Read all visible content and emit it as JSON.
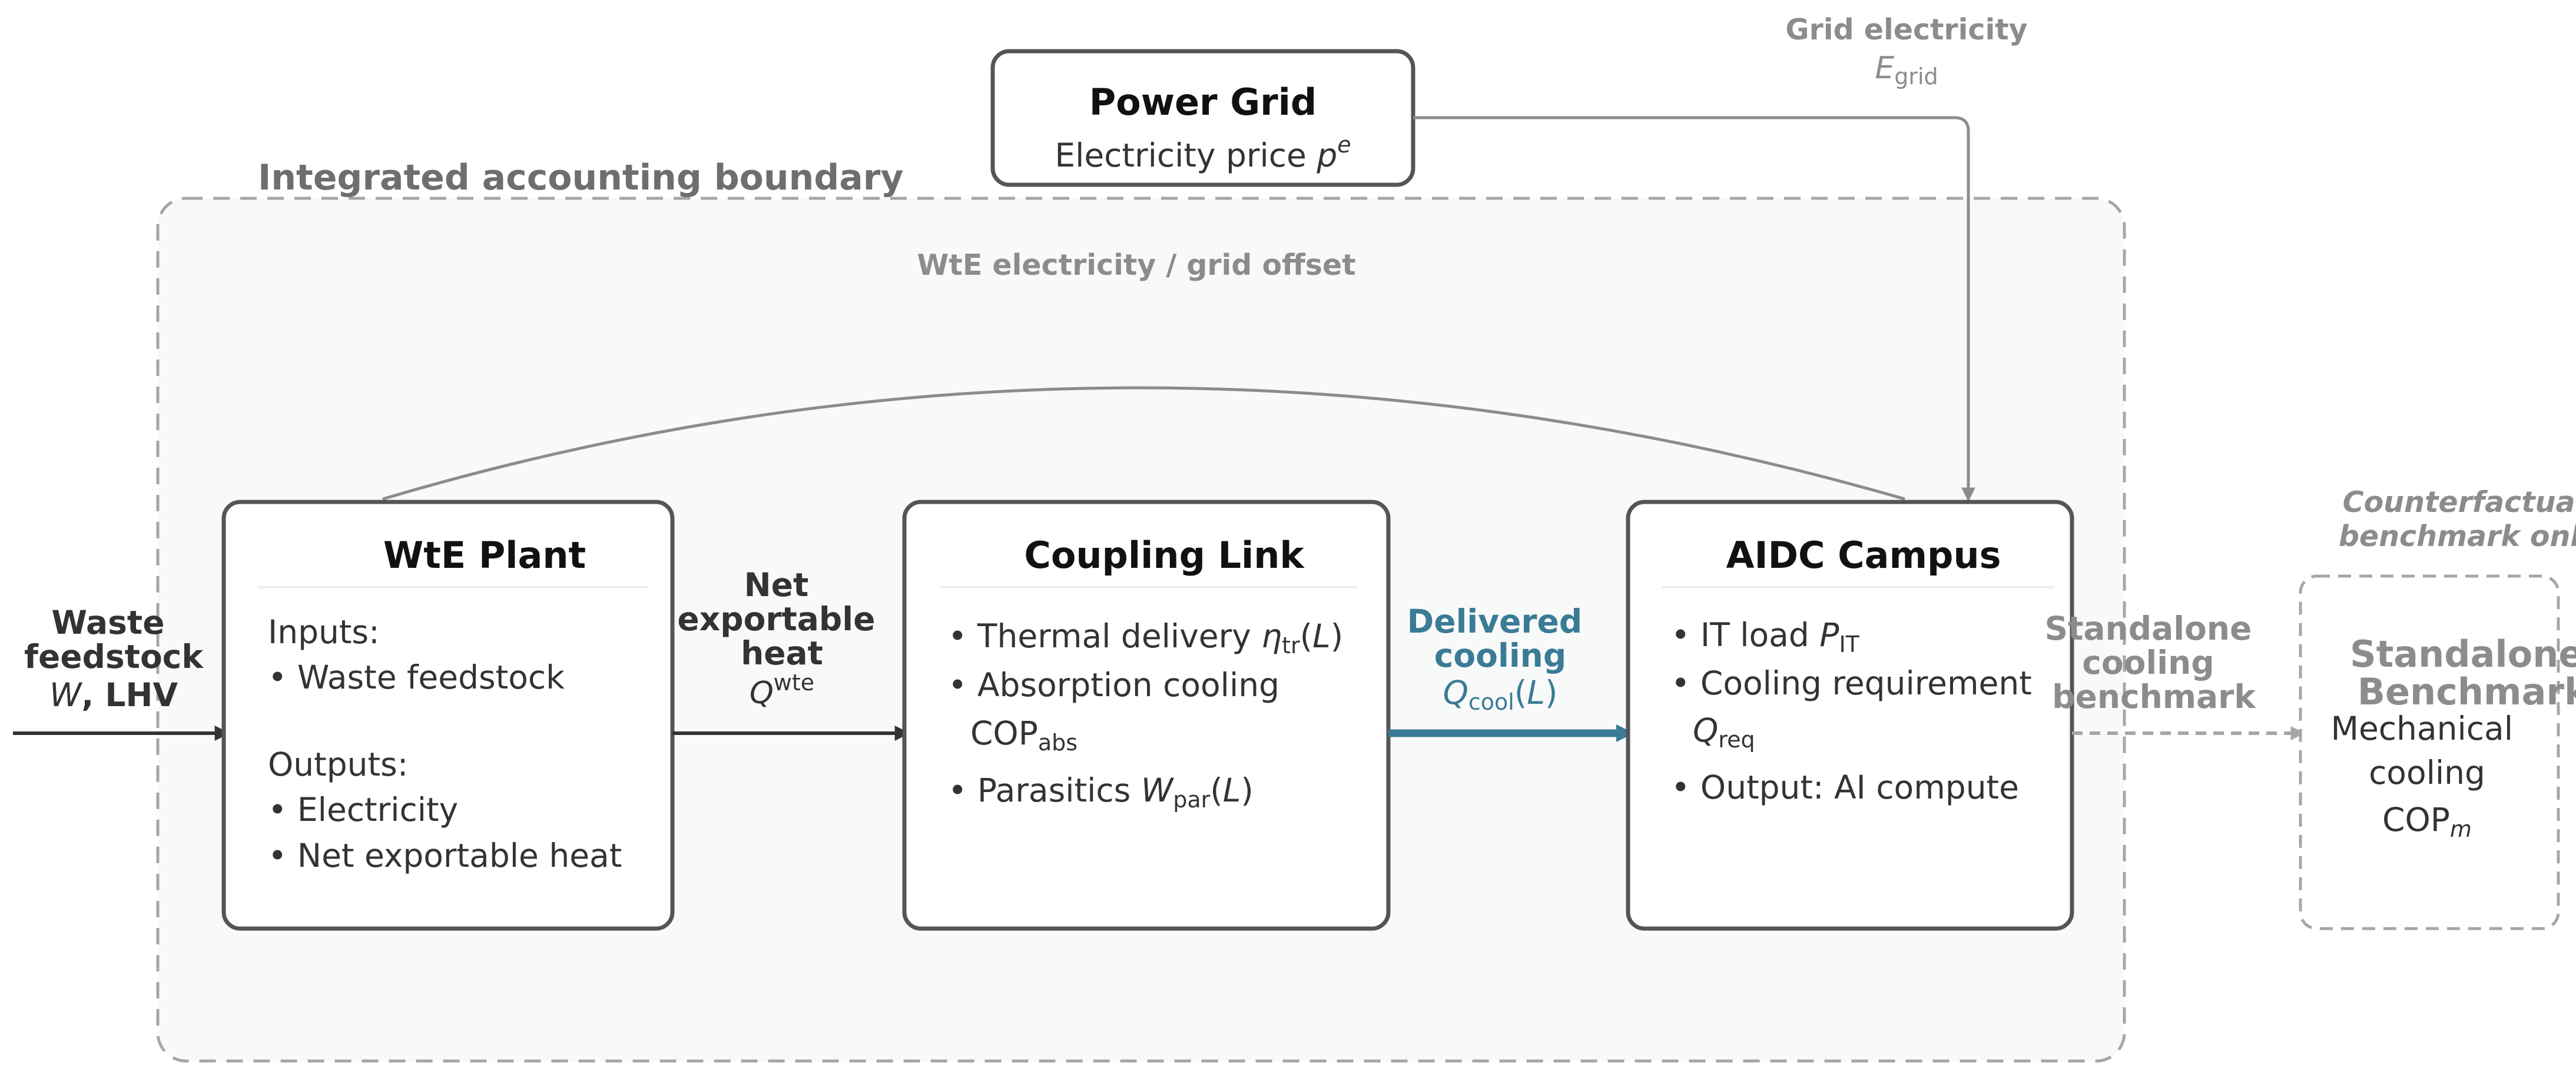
{
  "colors": {
    "box_border": "#555555",
    "boundary_dash": "#a6a6a6",
    "boundary_fill": "#f8f9f9",
    "arrow_dark": "#333333",
    "arrow_gray": "#8c8c8c",
    "cooling_blue": "#3a7b95"
  },
  "boundary": {
    "label": "Integrated accounting boundary",
    "offset_label": "WtE electricity / grid offset"
  },
  "power_grid": {
    "title": "Power Grid",
    "price_text": "Electricity price ",
    "price_symbol": "p",
    "price_sup": "e"
  },
  "grid_electricity": {
    "line1": "Grid electricity",
    "symbol": "E",
    "sub": "grid"
  },
  "waste_input": {
    "line1": "Waste",
    "line2": "feedstock",
    "symbol": "W",
    "suffix": ", LHV"
  },
  "wte_plant": {
    "title": "WtE Plant",
    "inputs_heading": "Inputs:",
    "input_item": "• Waste feedstock",
    "outputs_heading": "Outputs:",
    "output_item_1": "• Electricity",
    "output_item_2": "• Net exportable heat"
  },
  "net_heat": {
    "line1": "Net",
    "line2": "exportable",
    "line3": "heat",
    "symbol": "Q",
    "sup": "wte"
  },
  "coupling_link": {
    "title": "Coupling Link",
    "item1_text": "• Thermal delivery ",
    "item1_symbol": "η",
    "item1_sub": "tr",
    "item1_open": "(",
    "item1_arg": "L",
    "item1_close": ")",
    "item2_text": "• Absorption cooling",
    "item2b_text": "COP",
    "item2b_sub": "abs",
    "item3_text": "• Parasitics ",
    "item3_symbol": "W",
    "item3_sub": "par",
    "item3_open": "(",
    "item3_arg": "L",
    "item3_close": ")"
  },
  "delivered_cooling": {
    "line1": "Delivered",
    "line2": "cooling",
    "symbol": "Q",
    "sub": "cool",
    "open": "(",
    "arg": "L",
    "close": ")"
  },
  "aidc_campus": {
    "title": "AIDC Campus",
    "item1_text": "• IT load ",
    "item1_symbol": "P",
    "item1_sub": "IT",
    "item2_text": "• Cooling requirement",
    "item2b_symbol": "Q",
    "item2b_sub": "req",
    "item3_text": "• Output: AI compute"
  },
  "standalone_link": {
    "line1": "Standalone",
    "line2": "cooling",
    "line3": "benchmark"
  },
  "counterfactual": {
    "line1": "Counterfactual",
    "line2": "benchmark only"
  },
  "standalone_benchmark": {
    "title1": "Standalone",
    "title2": "Benchmark",
    "line1": "Mechanical",
    "line2": "cooling",
    "cop_text": "COP",
    "cop_sub": "m"
  }
}
